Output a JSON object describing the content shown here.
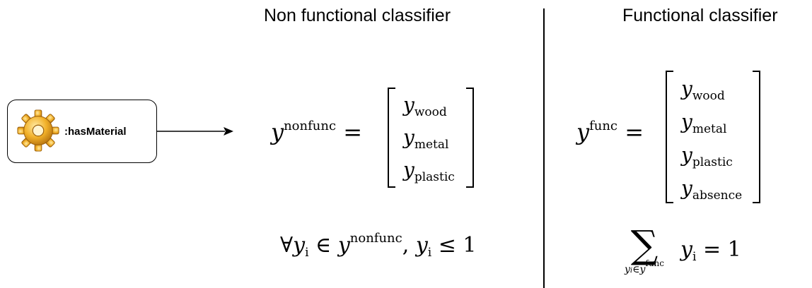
{
  "headings": {
    "left": "Non functional classifier",
    "right": "Functional classifier"
  },
  "property": {
    "label": ":hasMaterial",
    "icon": "gear-icon"
  },
  "nonfunctional": {
    "symbol": "y",
    "superscript": "nonfunc",
    "equals": "=",
    "entries": [
      {
        "sym": "y",
        "sub": "wood"
      },
      {
        "sym": "y",
        "sub": "metal"
      },
      {
        "sym": "y",
        "sub": "plastic"
      }
    ],
    "constraint": {
      "forall": "∀",
      "var": "y",
      "var_sub": "i",
      "in": "∈",
      "set": "y",
      "set_sup": "nonfunc",
      "comma": ",",
      "rel": "≤ 1"
    }
  },
  "functional": {
    "symbol": "y",
    "superscript": "func",
    "equals": "=",
    "entries": [
      {
        "sym": "y",
        "sub": "wood"
      },
      {
        "sym": "y",
        "sub": "metal"
      },
      {
        "sym": "y",
        "sub": "plastic"
      },
      {
        "sym": "y",
        "sub": "absence"
      }
    ],
    "constraint": {
      "sum": "∑",
      "sum_sub_var": "y",
      "sum_sub_var_sub": "i",
      "sum_sub_in": "∈",
      "sum_sub_set": "y",
      "sum_sub_set_sup": "func",
      "term": "y",
      "term_sub": "i",
      "rhs": "= 1"
    }
  }
}
